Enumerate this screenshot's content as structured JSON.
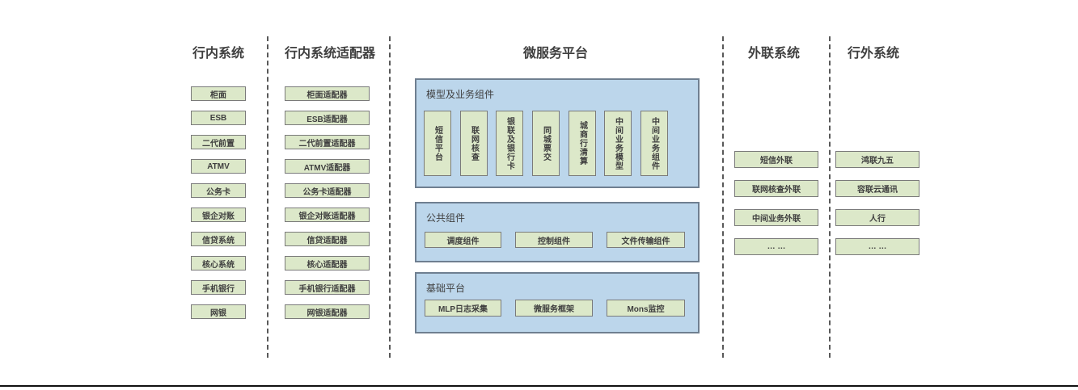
{
  "diagram": {
    "lanes": {
      "internal": {
        "title": "行内系统",
        "items": [
          "柜面",
          "ESB",
          "二代前置",
          "ATMV",
          "公务卡",
          "银企对账",
          "信贷系统",
          "核心系统",
          "手机银行",
          "网银"
        ]
      },
      "adapter": {
        "title": "行内系统适配器",
        "items": [
          "柜面适配器",
          "ESB适配器",
          "二代前置适配器",
          "ATMV适配器",
          "公务卡适配器",
          "银企对账适配器",
          "信贷适配器",
          "核心适配器",
          "手机银行适配器",
          "网银适配器"
        ]
      },
      "platform": {
        "title": "微服务平台",
        "groups": [
          {
            "label": "模型及业务组件",
            "items": [
              "短信平台",
              "联网核查",
              "银联及银行卡",
              "同城票交",
              "城商行清算",
              "中间业务模型",
              "中间业务组件"
            ]
          },
          {
            "label": "公共组件",
            "items": [
              "调度组件",
              "控制组件",
              "文件传输组件"
            ]
          },
          {
            "label": "基础平台",
            "items": [
              "MLP日志采集",
              "微服务框架",
              "Mons监控"
            ]
          }
        ]
      },
      "outreach": {
        "title": "外联系统",
        "items": [
          "短信外联",
          "联网核查外联",
          "中间业务外联",
          "… …"
        ]
      },
      "external": {
        "title": "行外系统",
        "items": [
          "鸿联九五",
          "容联云通讯",
          "人行",
          "… …"
        ]
      }
    },
    "colors": {
      "box_fill": "#dce8c9",
      "box_border": "#7a7a7a",
      "panel_fill": "#bcd6eb",
      "panel_border": "#6f7f90",
      "text": "#3f3f3f",
      "separator": "#595959",
      "baseline": "#111111"
    }
  }
}
